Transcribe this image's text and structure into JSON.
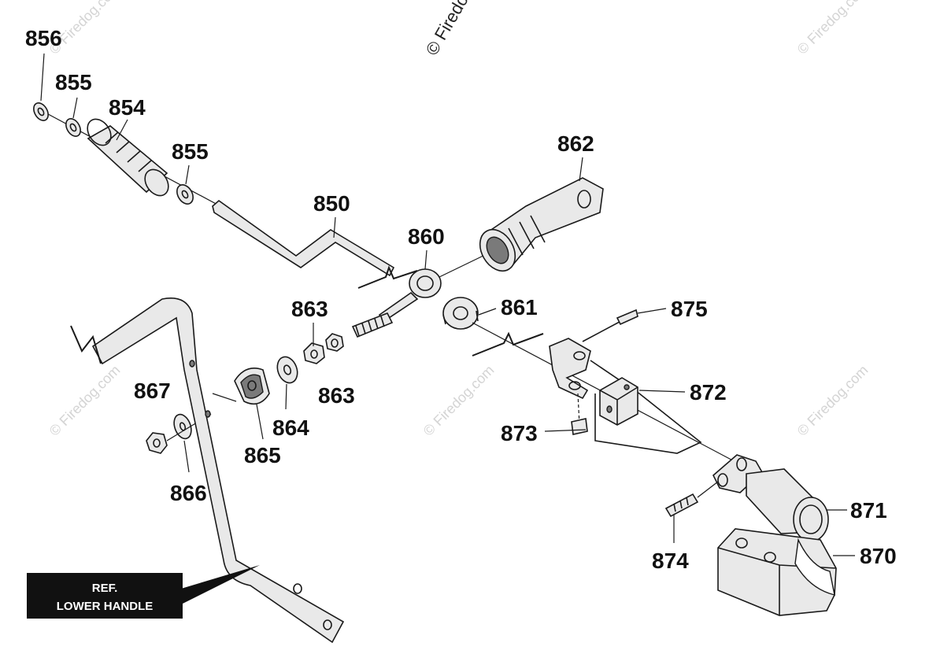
{
  "watermark": {
    "text": "© Firedog.com",
    "copyright_short": "© Firedo"
  },
  "labels": {
    "p856": "856",
    "p855_top": "855",
    "p854": "854",
    "p855_mid": "855",
    "p850": "850",
    "p862": "862",
    "p860": "860",
    "p861": "861",
    "p863_top": "863",
    "p863_bot": "863",
    "p875": "875",
    "p872": "872",
    "p867": "867",
    "p864": "864",
    "p865": "865",
    "p873": "873",
    "p866": "866",
    "p871": "871",
    "p874": "874",
    "p870": "870"
  },
  "ref_box": {
    "line1": "REF.",
    "line2": "LOWER HANDLE"
  },
  "colors": {
    "ink": "#1a1a1a",
    "part_fill": "#e9e9e9",
    "shade": "#7a7a7a",
    "ref_box_bg": "#111111",
    "watermark": "#d4d4d4"
  }
}
